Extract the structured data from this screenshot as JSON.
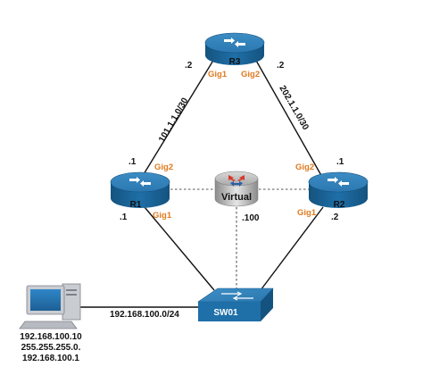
{
  "routers": {
    "r3": {
      "name": "R3",
      "gig1": "Gig1",
      "gig2": "Gig2",
      "addr_left": ".2",
      "addr_right": ".2"
    },
    "r1": {
      "name": "R1",
      "gig1": "Gig1",
      "gig2": "Gig2",
      "addr_top": ".1",
      "addr_bottom": ".1"
    },
    "r2": {
      "name": "R2",
      "gig1": "Gig1",
      "gig2": "Gig2",
      "addr_top": ".1",
      "addr_bottom": ".2"
    },
    "virtual": {
      "name": "Virtual",
      "addr": ".100"
    }
  },
  "switch": {
    "name": "SW01"
  },
  "subnets": {
    "r1_r3": "101.1.1.0/30",
    "r2_r3": "202.1.1.0/30",
    "lan": "192.168.100.0/24"
  },
  "host": {
    "ip": "192.168.100.10",
    "mask": "255.255.255.0.",
    "gateway": "192.168.100.1"
  },
  "colors": {
    "router_blue": "#1f6fa8",
    "interface_orange": "#e07a1f"
  }
}
